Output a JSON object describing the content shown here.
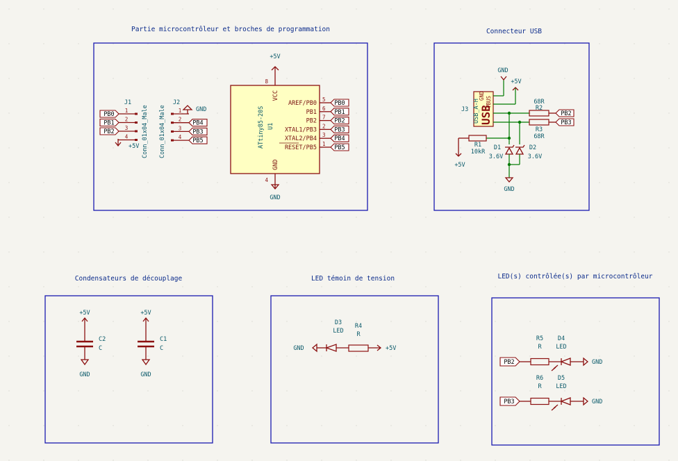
{
  "sections": {
    "mcu": "Partie microcontrôleur et broches de programmation",
    "usb": "Connecteur USB",
    "caps": "Condensateurs de découplage",
    "power_led": "LED témoin de tension",
    "mcu_leds": "LED(s) contrôlée(s) par microcontrôleur"
  },
  "power": {
    "vcc": "+5V",
    "gnd": "GND"
  },
  "u1": {
    "ref": "U1",
    "value": "ATtiny85-20S",
    "pins": [
      {
        "num": "5",
        "name": "AREF/PB0",
        "net": "PB0"
      },
      {
        "num": "6",
        "name": "PB1",
        "net": "PB1"
      },
      {
        "num": "7",
        "name": "PB2",
        "net": "PB2"
      },
      {
        "num": "2",
        "name": "XTAL1/PB3",
        "net": "PB3"
      },
      {
        "num": "3",
        "name": "XTAL2/PB4",
        "net": "PB4"
      },
      {
        "num": "1",
        "name": "RESET/PB5",
        "net": "PB5"
      }
    ],
    "vcc_name": "VCC",
    "vcc_num": "8",
    "gnd_name": "GND",
    "gnd_num": "4"
  },
  "j1": {
    "ref": "J1",
    "value": "Conn_01x04_Male",
    "pins": [
      {
        "num": "1",
        "net": "PB0"
      },
      {
        "num": "2",
        "net": "PB1"
      },
      {
        "num": "3",
        "net": "PB2"
      },
      {
        "num": "4",
        "net": "+5V"
      }
    ]
  },
  "j2": {
    "ref": "J2",
    "value": "Conn_01x04_Male",
    "pins": [
      {
        "num": "1",
        "net": "GND"
      },
      {
        "num": "2",
        "net": "PB4"
      },
      {
        "num": "3",
        "net": "PB3"
      },
      {
        "num": "4",
        "net": "PB5"
      }
    ]
  },
  "usb": {
    "ref": "J3",
    "value": "USB_A-H",
    "body": "USB",
    "gnd_pin": "GND",
    "vbus_pin": "VBUS",
    "r1": {
      "ref": "R1",
      "value": "10kR"
    },
    "r2": {
      "ref": "R2",
      "value": "68R"
    },
    "r3": {
      "ref": "R3",
      "value": "68R"
    },
    "d1": {
      "ref": "D1",
      "value": "3.6V"
    },
    "d2": {
      "ref": "D2",
      "value": "3.6V"
    },
    "nets": [
      "PB2",
      "PB3"
    ]
  },
  "caps": [
    {
      "ref": "C2",
      "value": "C"
    },
    {
      "ref": "C1",
      "value": "C"
    }
  ],
  "power_led": {
    "d3": {
      "ref": "D3",
      "value": "LED"
    },
    "r4": {
      "ref": "R4",
      "value": "R"
    }
  },
  "mcu_leds": [
    {
      "net": "PB2",
      "r_ref": "R5",
      "r_value": "R",
      "d_ref": "D4",
      "d_value": "LED"
    },
    {
      "net": "PB3",
      "r_ref": "R6",
      "r_value": "R",
      "d_ref": "D5",
      "d_value": "LED"
    }
  ],
  "colors": {
    "background": "#f5f4ef",
    "frame": "#1a1ab0",
    "component": "#8b1010",
    "wire": "#007a00",
    "text": "#0b5a6a",
    "ic_fill": "#ffffc2"
  }
}
